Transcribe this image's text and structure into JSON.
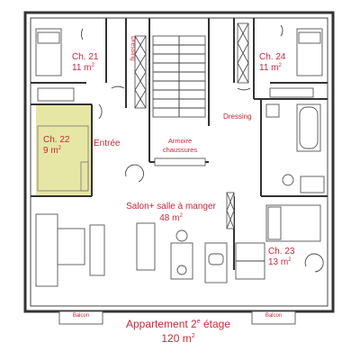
{
  "colors": {
    "label": "#c8283c",
    "wall": "#333333",
    "highlight_room": "#e6e7a4",
    "background": "#ffffff"
  },
  "rooms": {
    "ch21": {
      "name": "Ch. 21",
      "area": "11 m",
      "exp": "2"
    },
    "ch24": {
      "name": "Ch. 24",
      "area": "11 m",
      "exp": "2"
    },
    "ch22": {
      "name": "Ch. 22",
      "area": "9 m",
      "exp": "2"
    },
    "ch23": {
      "name": "Ch. 23",
      "area": "13 m",
      "exp": "2"
    },
    "salon": {
      "name": "Salon+ salle à manger",
      "area": "48 m",
      "exp": "2"
    }
  },
  "labels": {
    "entree": "Entrée",
    "dressing_left": "Dressing",
    "dressing_right": "Dressing",
    "armoire_line1": "Armoire",
    "armoire_line2": "chaussures",
    "balcon_left": "Balcon",
    "balcon_right": "Balcon"
  },
  "footer": {
    "title": "Appartement 2",
    "title_sup": "e",
    "title_rest": " étage",
    "area": "120 m",
    "area_exp": "2"
  }
}
